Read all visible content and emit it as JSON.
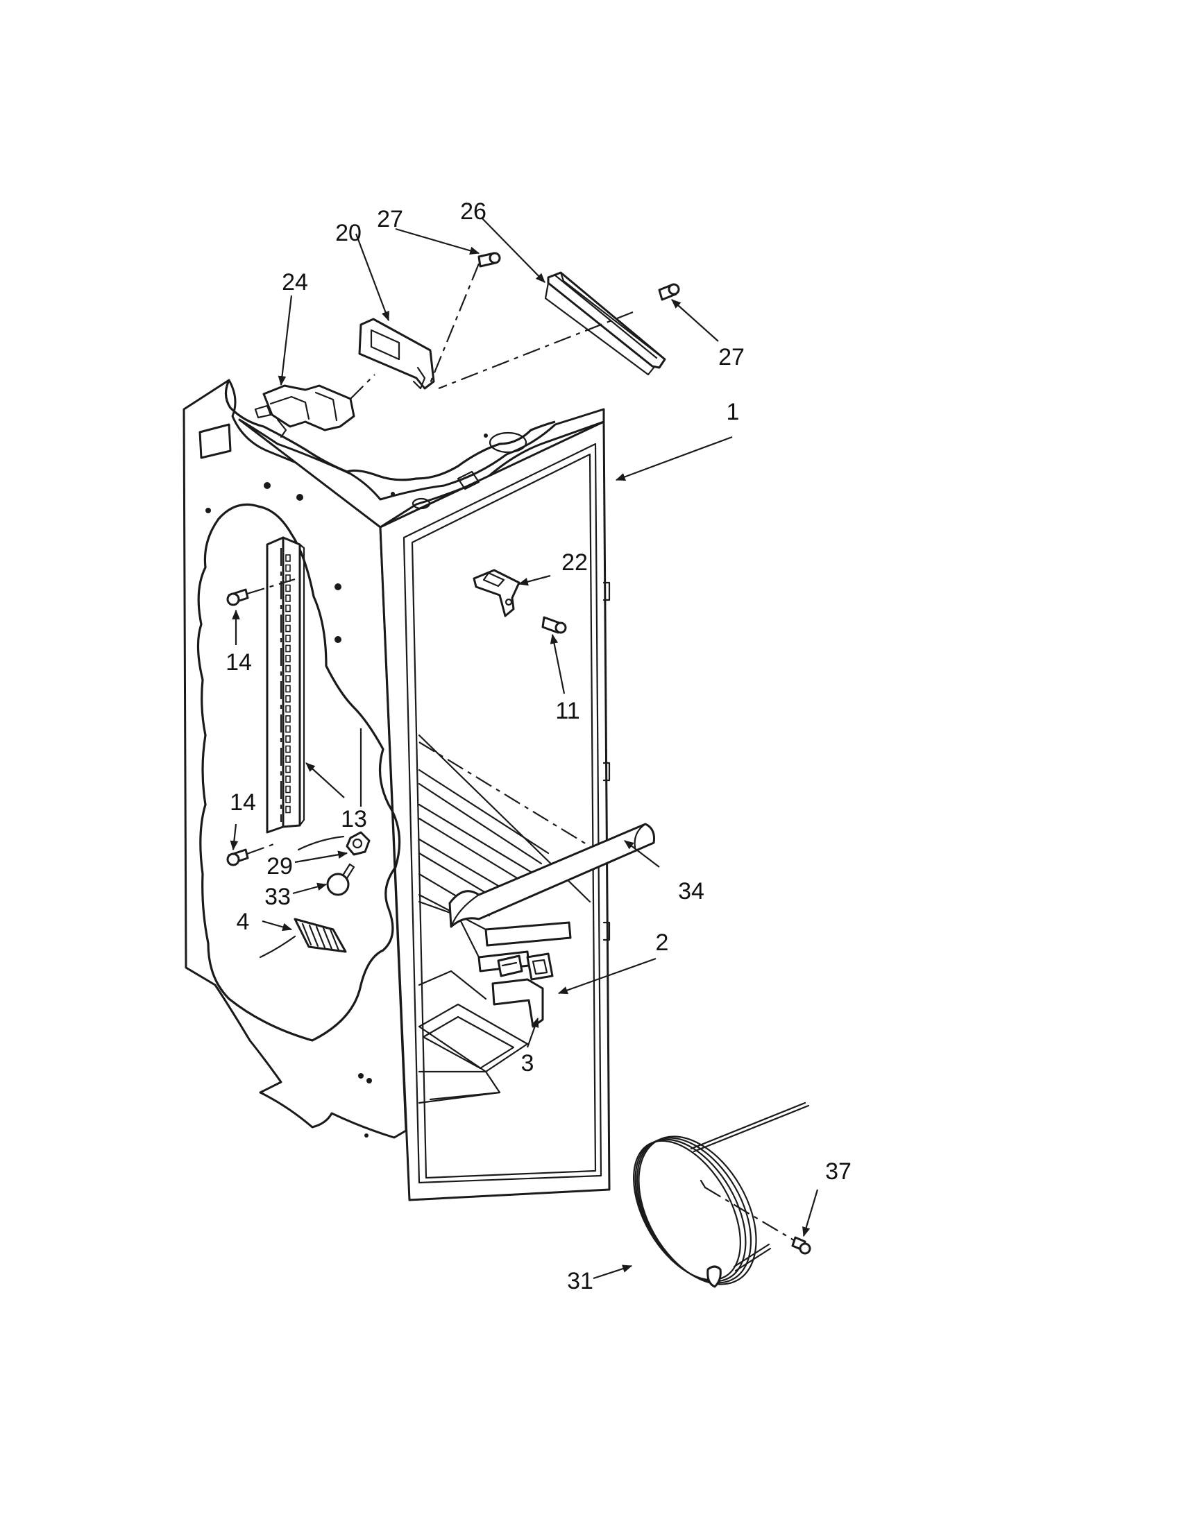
{
  "callouts": {
    "c1": "1",
    "c2": "2",
    "c3": "3",
    "c4": "4",
    "c11": "11",
    "c13": "13",
    "c14a": "14",
    "c14b": "14",
    "c20": "20",
    "c22": "22",
    "c24": "24",
    "c26": "26",
    "c27a": "27",
    "c27b": "27",
    "c29": "29",
    "c31": "31",
    "c33": "33",
    "c34": "34",
    "c37": "37"
  }
}
